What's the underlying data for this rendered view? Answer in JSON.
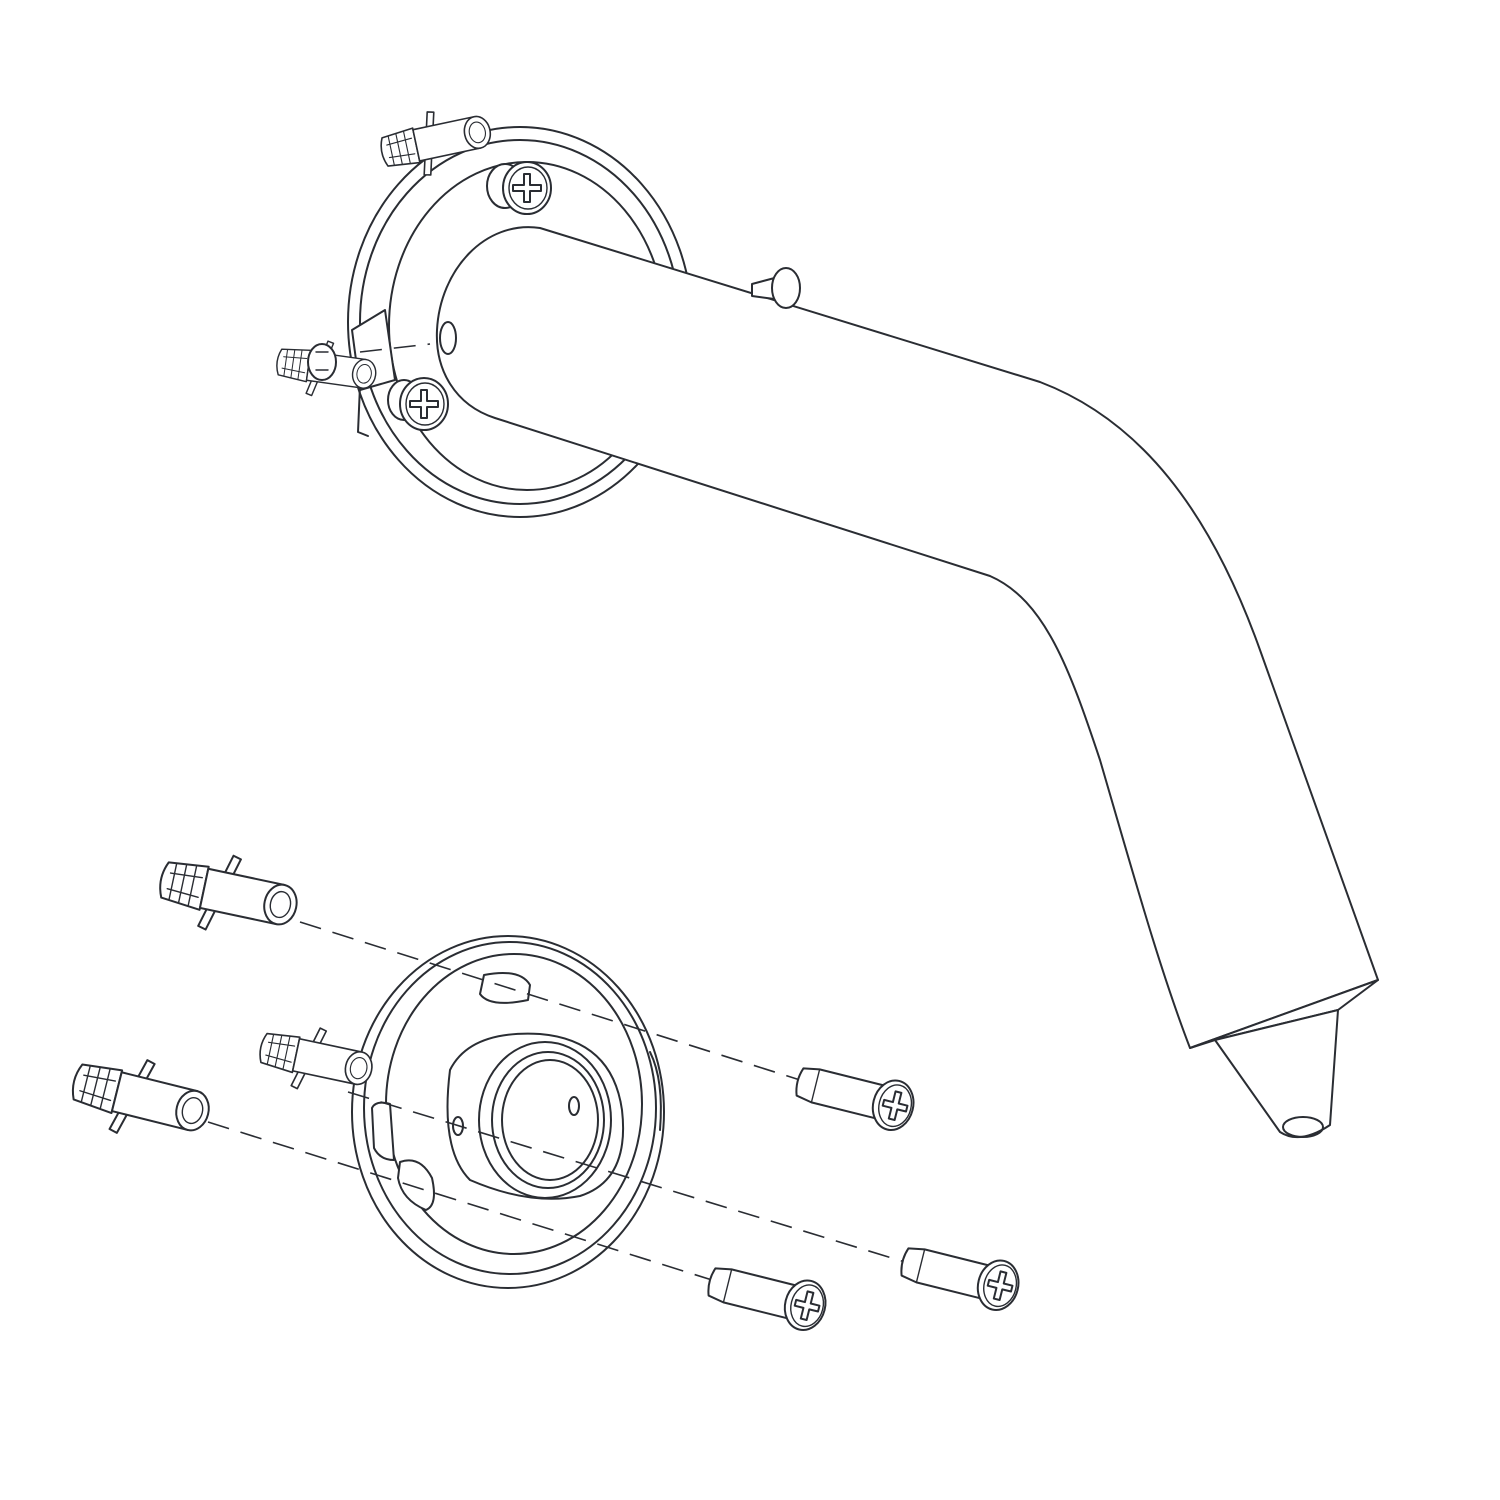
{
  "diagram": {
    "kind": "exploded assembly line drawing",
    "background": "#ffffff",
    "line_color": "#2a2d33",
    "components": [
      {
        "name": "lever-handle",
        "count": 1
      },
      {
        "name": "mounting-rose",
        "count": 1
      },
      {
        "name": "wall-plug",
        "count": 3
      },
      {
        "name": "phillips-screw",
        "count": 3
      }
    ]
  }
}
